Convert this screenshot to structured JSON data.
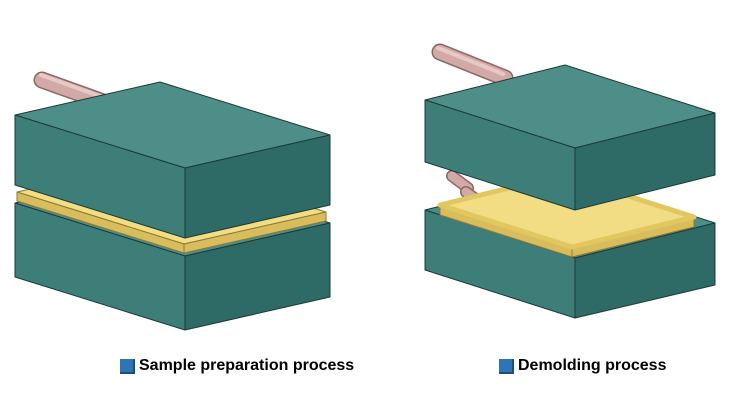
{
  "figures": [
    {
      "id": "sample-preparation",
      "caption": "Sample preparation process"
    },
    {
      "id": "demolding",
      "caption": "Demolding process"
    }
  ],
  "icons": {
    "legend_left": "legend-square-icon",
    "legend_right": "legend-square-icon"
  },
  "colors": {
    "background": "#ffffff",
    "mold_top_face": "#4e8e88",
    "mold_left_face": "#3d7e79",
    "mold_right_face": "#2e6a66",
    "mold_outline": "#1c3b38",
    "sample_top": "#f2dd84",
    "sample_side": "#d9bd5c",
    "sample_edge": "#e0c75f",
    "sample_outline": "#8a7a35",
    "rod_body": "#d2a9a7",
    "rod_outline": "#8a6663",
    "rod_highlight": "#e8cbc9",
    "legend_square": "#2e75b6",
    "legend_square_dark": "#1f4e79"
  }
}
